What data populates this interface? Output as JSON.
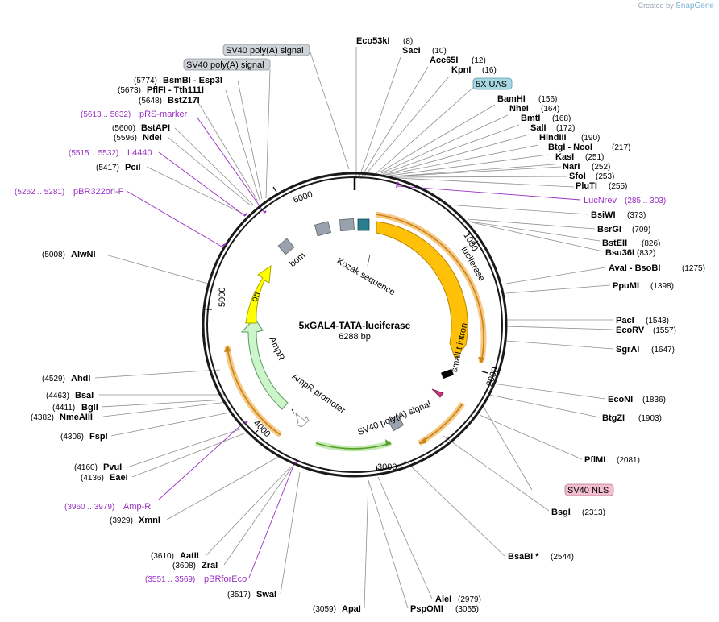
{
  "watermark": {
    "created_by": "Created by",
    "brand": "SnapGene"
  },
  "plasmid": {
    "name": "5xGAL4-TATA-luciferase",
    "length_label": "6288 bp",
    "length": 6288
  },
  "ticks": [
    "1000",
    "2000",
    "3000",
    "4000",
    "5000",
    "6000"
  ],
  "sites": [
    {
      "name": "Eco53kI",
      "pos": "(8)"
    },
    {
      "name": "SacI",
      "pos": "(10)"
    },
    {
      "name": "Acc65I",
      "pos": "(12)"
    },
    {
      "name": "KpnI",
      "pos": "(16)"
    },
    {
      "name": "BamHI",
      "pos": "(156)"
    },
    {
      "name": "NheI",
      "pos": "(164)"
    },
    {
      "name": "BmtI",
      "pos": "(168)"
    },
    {
      "name": "SalI",
      "pos": "(172)"
    },
    {
      "name": "HindIII",
      "pos": "(190)"
    },
    {
      "name": "BtgI - NcoI",
      "pos": "(217)"
    },
    {
      "name": "KasI",
      "pos": "(251)"
    },
    {
      "name": "NarI",
      "pos": "(252)"
    },
    {
      "name": "SfoI",
      "pos": "(253)"
    },
    {
      "name": "PluTI",
      "pos": "(255)"
    },
    {
      "name": "BsiWI",
      "pos": "(373)"
    },
    {
      "name": "BsrGI",
      "pos": "(709)"
    },
    {
      "name": "BstEII",
      "pos": "(826)"
    },
    {
      "name": "Bsu36I",
      "pos": "(832)"
    },
    {
      "name": "AvaI - BsoBI",
      "pos": "(1275)"
    },
    {
      "name": "PpuMI",
      "pos": "(1398)"
    },
    {
      "name": "PacI",
      "pos": "(1543)"
    },
    {
      "name": "EcoRV",
      "pos": "(1557)"
    },
    {
      "name": "SgrAI",
      "pos": "(1647)"
    },
    {
      "name": "EcoNI",
      "pos": "(1836)"
    },
    {
      "name": "BtgZI",
      "pos": "(1903)"
    },
    {
      "name": "PflMI",
      "pos": "(2081)"
    },
    {
      "name": "BsgI",
      "pos": "(2313)"
    },
    {
      "name": "BsaBI *",
      "pos": "(2544)"
    },
    {
      "name": "AleI",
      "pos": "(2979)"
    },
    {
      "name": "PspOMI",
      "pos": "(3055)"
    },
    {
      "name": "ApaI",
      "pos": "(3059)"
    },
    {
      "name": "SwaI",
      "pos": "(3517)"
    },
    {
      "name": "ZraI",
      "pos": "(3608)"
    },
    {
      "name": "AatII",
      "pos": "(3610)"
    },
    {
      "name": "XmnI",
      "pos": "(3929)"
    },
    {
      "name": "EaeI",
      "pos": "(4136)"
    },
    {
      "name": "PvuI",
      "pos": "(4160)"
    },
    {
      "name": "FspI",
      "pos": "(4306)"
    },
    {
      "name": "NmeAIII",
      "pos": "(4382)"
    },
    {
      "name": "BglI",
      "pos": "(4411)"
    },
    {
      "name": "BsaI",
      "pos": "(4463)"
    },
    {
      "name": "AhdI",
      "pos": "(4529)"
    },
    {
      "name": "AlwNI",
      "pos": "(5008)"
    },
    {
      "name": "PciI",
      "pos": "(5417)"
    },
    {
      "name": "NdeI",
      "pos": "(5596)"
    },
    {
      "name": "BstAPI",
      "pos": "(5600)"
    },
    {
      "name": "BstZ17I",
      "pos": "(5648)"
    },
    {
      "name": "PflFI - Tth111I",
      "pos": "(5673)"
    },
    {
      "name": "BsmBI - Esp3I",
      "pos": "(5774)"
    }
  ],
  "primers": [
    {
      "name": "LucNrev",
      "range": "(285 .. 303)"
    },
    {
      "name": "Amp-R",
      "range": "(3960 .. 3979)"
    },
    {
      "name": "pBRforEco",
      "range": "(3551 .. 3569)"
    },
    {
      "name": "L4440",
      "range": "(5515 .. 5532)"
    },
    {
      "name": "pRS-marker",
      "range": "(5613 .. 5632)"
    },
    {
      "name": "pBR322ori-F",
      "range": "(5262 .. 5281)"
    }
  ],
  "boxed_features": [
    {
      "name": "SV40 poly(A) signal",
      "color": "#cfd3d8"
    },
    {
      "name": "SV40 poly(A) signal",
      "color": "#cfd3d8"
    },
    {
      "name": "5X UAS",
      "color": "#a6d8e4"
    },
    {
      "name": "SV40 NLS",
      "color": "#f2bfd0"
    }
  ],
  "features": [
    {
      "name": "luciferase",
      "color": "#ffc107"
    },
    {
      "name": "small t intron",
      "color": "#000000"
    },
    {
      "name": "SV40 poly(A) signal",
      "color": "#9aa3ad"
    },
    {
      "name": "AmpR promoter",
      "color": "#ffffff"
    },
    {
      "name": "AmpR",
      "color": "#ccf5cc"
    },
    {
      "name": "ori",
      "color": "#ffff00"
    },
    {
      "name": "bom",
      "color": "#9aa3ad"
    },
    {
      "name": "Kozak sequence",
      "color": "#2a7f8f"
    }
  ],
  "colors": {
    "backbone": "#1a1a1a",
    "primer": "#9a2fc4",
    "orf_highlight": "#f6c987",
    "green_orf": "#55a02a"
  }
}
